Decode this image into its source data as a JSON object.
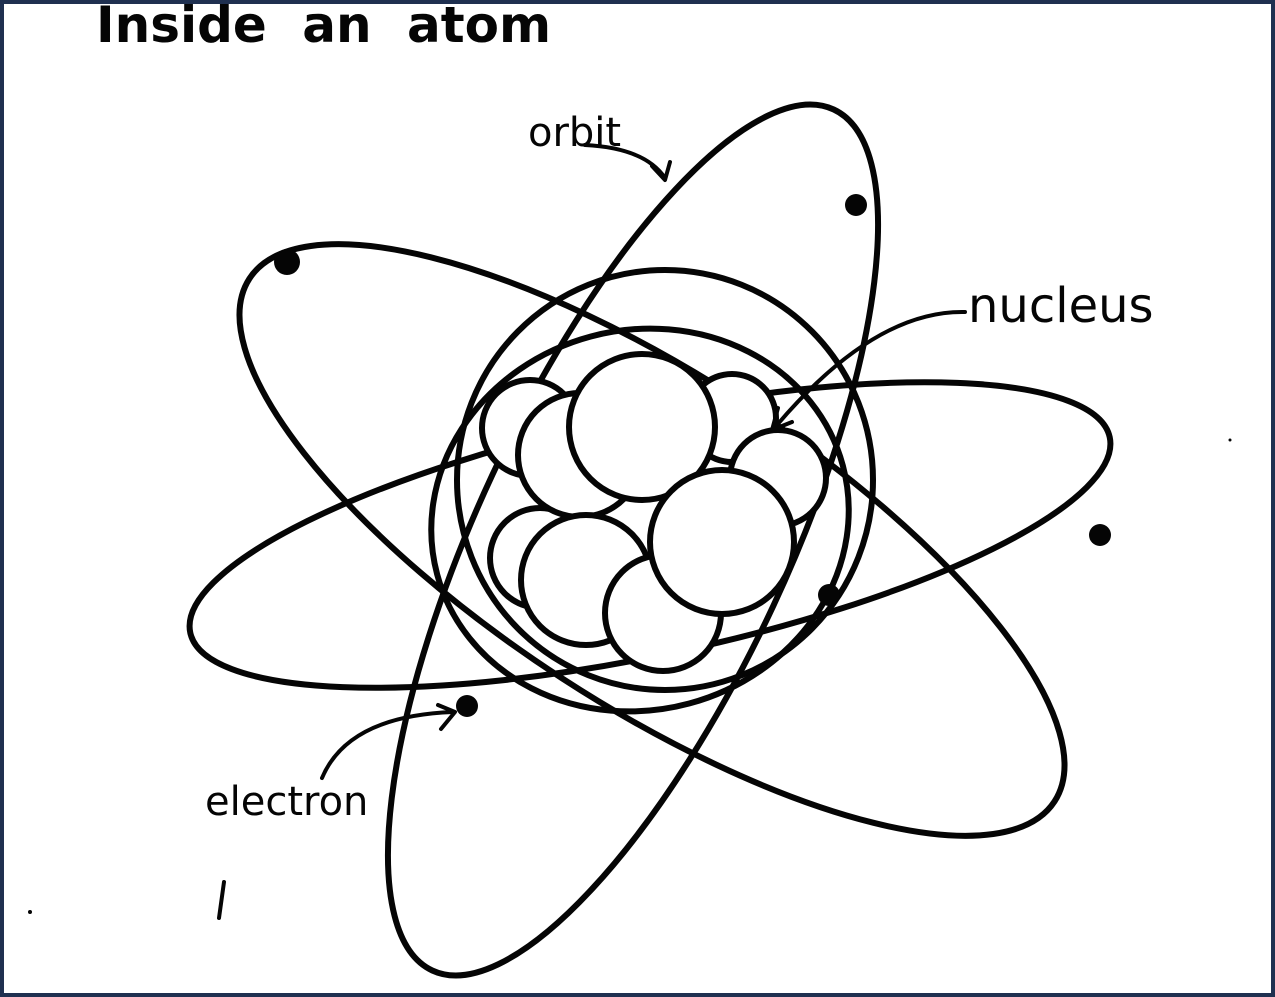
{
  "title": "Inside an atom",
  "labels": {
    "orbit": "orbit",
    "nucleus": "nucleus",
    "electron": "electron"
  },
  "colors": {
    "ink": "#050505",
    "frame": "#1f3050",
    "background": "#ffffff"
  }
}
